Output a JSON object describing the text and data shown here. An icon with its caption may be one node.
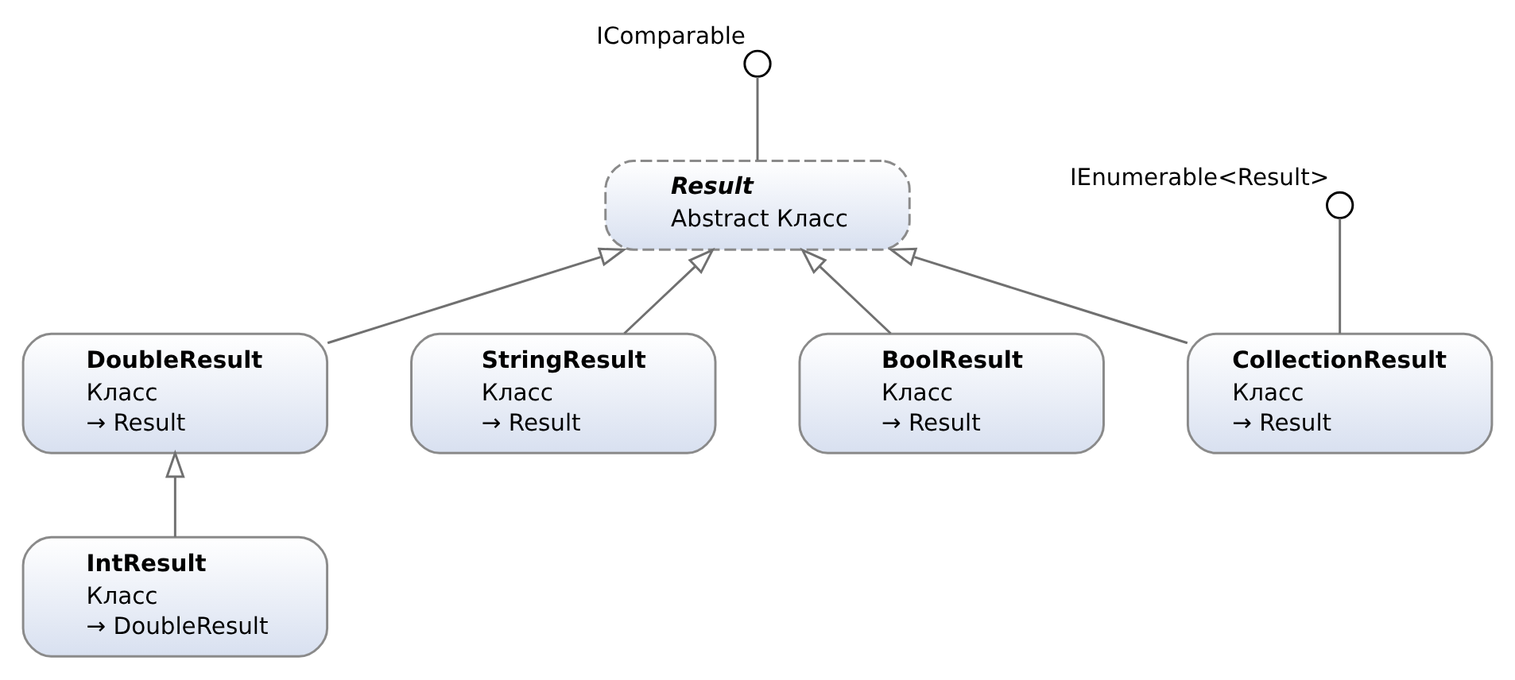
{
  "diagram": {
    "nodes": [
      {
        "text": [],
        "shape": "circle",
        "beside": [
          "IComparable"
        ]
      },
      {
        "text": [
          "Result",
          "Abstract Класс"
        ]
      },
      {
        "text": [
          "DoubleResult",
          "Класс",
          "→ Result"
        ]
      },
      {
        "text": [
          "StringResult",
          "Класс",
          "→ Result"
        ]
      },
      {
        "text": [
          "BoolResult",
          "Класс",
          "→ Result"
        ]
      },
      {
        "text": [],
        "shape": "circle",
        "beside": [
          "IEnumerable<Result>"
        ]
      },
      {
        "text": [
          "CollectionResult",
          "Класс",
          "→ Result"
        ]
      },
      {
        "text": [
          "IntResult",
          "Класс",
          "→ DoubleResult"
        ]
      }
    ],
    "edges": [
      {
        "from": 0,
        "to": 1,
        "arrow": "none"
      },
      {
        "from": 2,
        "to": 1,
        "arrow": "to"
      },
      {
        "from": 3,
        "to": 1,
        "arrow": "to"
      },
      {
        "from": 4,
        "to": 1,
        "arrow": "to"
      },
      {
        "from": 6,
        "to": 1,
        "arrow": "to"
      },
      {
        "from": 5,
        "to": 6,
        "arrow": "none"
      },
      {
        "from": 7,
        "to": 2,
        "arrow": "to"
      }
    ]
  }
}
